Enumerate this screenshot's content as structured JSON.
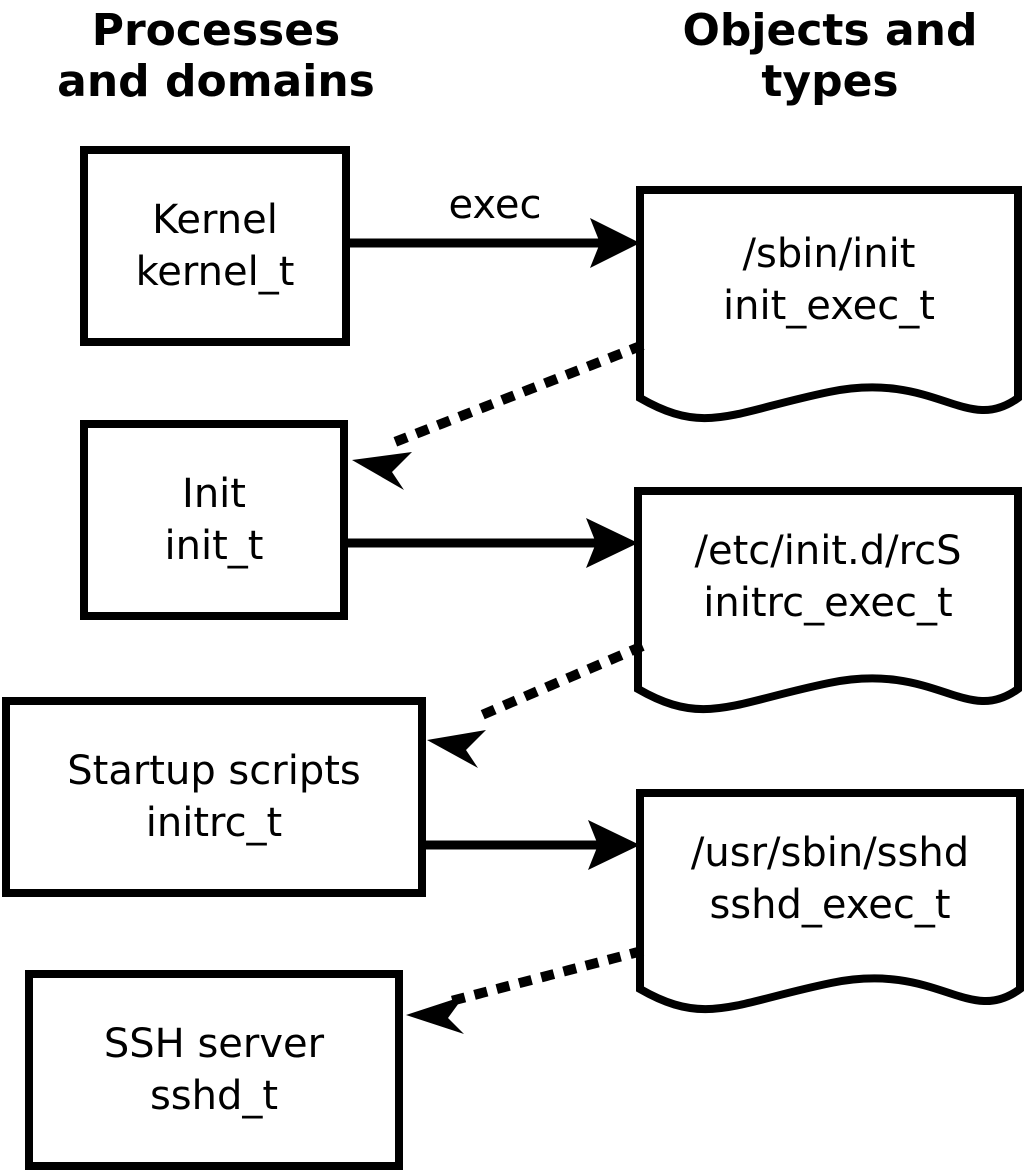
{
  "diagram": {
    "title_left": "Processes\nand domains",
    "title_right": "Objects and\ntypes",
    "colors": {
      "stroke": "#000000",
      "background": "#ffffff",
      "text": "#000000"
    }
  },
  "processes": [
    {
      "name": "Kernel",
      "type": "kernel_t"
    },
    {
      "name": "Init",
      "type": "init_t"
    },
    {
      "name": "Startup scripts",
      "type": "initrc_t"
    },
    {
      "name": "SSH server",
      "type": "sshd_t"
    }
  ],
  "objects": [
    {
      "path": "/sbin/init",
      "type": "init_exec_t"
    },
    {
      "path": "/etc/init.d/rcS",
      "type": "initrc_exec_t"
    },
    {
      "path": "/usr/sbin/sshd",
      "type": "sshd_exec_t"
    }
  ],
  "edges": [
    {
      "label": "exec",
      "style": "solid",
      "from": "Kernel",
      "to": "/sbin/init"
    },
    {
      "label": "",
      "style": "dotted",
      "from": "/sbin/init",
      "to": "Init"
    },
    {
      "label": "",
      "style": "solid",
      "from": "Init",
      "to": "/etc/init.d/rcS"
    },
    {
      "label": "",
      "style": "dotted",
      "from": "/etc/init.d/rcS",
      "to": "Startup scripts"
    },
    {
      "label": "",
      "style": "solid",
      "from": "Startup scripts",
      "to": "/usr/sbin/sshd"
    },
    {
      "label": "",
      "style": "dotted",
      "from": "/usr/sbin/sshd",
      "to": "SSH server"
    }
  ]
}
